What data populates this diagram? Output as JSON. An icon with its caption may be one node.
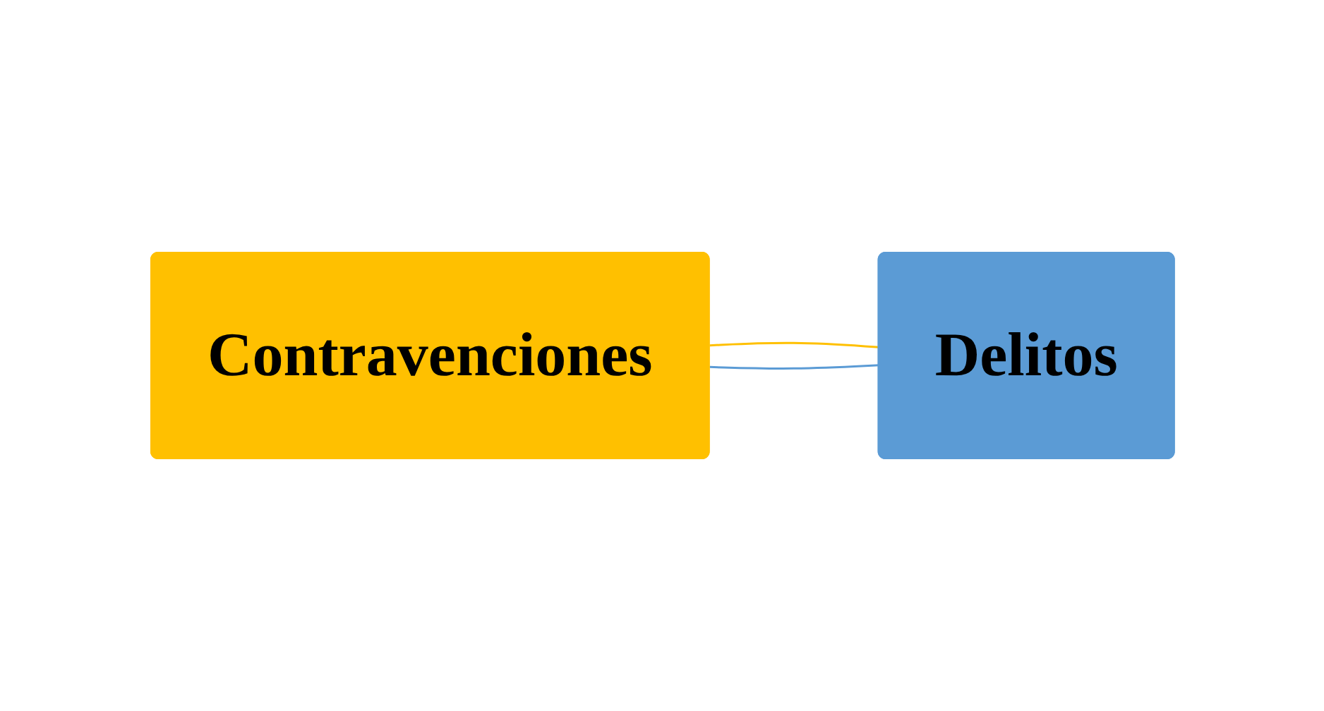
{
  "diagram": {
    "nodes": [
      {
        "text": [
          "Contravenciones"
        ]
      },
      {
        "text": [
          "Delitos"
        ]
      }
    ],
    "edges": [
      {
        "from": 0,
        "to": 1,
        "arrow": "none",
        "color": "#ffc000"
      },
      {
        "from": 1,
        "to": 0,
        "arrow": "none",
        "color": "#5b9bd5"
      }
    ]
  }
}
